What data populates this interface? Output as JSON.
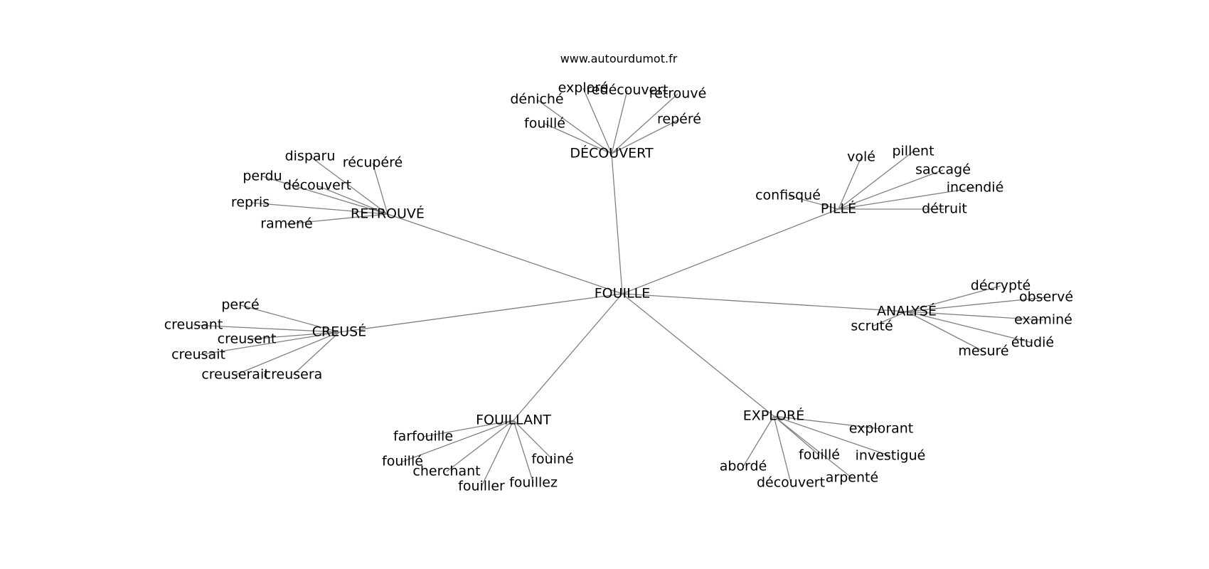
{
  "source": "www.autourdumot.fr",
  "graph": {
    "center": "FOUILLE",
    "groups": [
      {
        "hub": "DÉCOUVERT",
        "leaves": [
          "exploré",
          "redécouvert",
          "déniché",
          "retrouvé",
          "fouillé",
          "repéré"
        ]
      },
      {
        "hub": "RETROUVÉ",
        "leaves": [
          "disparu",
          "récupéré",
          "perdu",
          "découvert",
          "repris",
          "ramené"
        ]
      },
      {
        "hub": "PILLÉ",
        "leaves": [
          "volé",
          "pillent",
          "saccagé",
          "incendié",
          "confisqué",
          "détruit"
        ]
      },
      {
        "hub": "ANALYSÉ",
        "leaves": [
          "décrypté",
          "observé",
          "examiné",
          "scruté",
          "étudié",
          "mesuré"
        ]
      },
      {
        "hub": "CREUSÉ",
        "leaves": [
          "percé",
          "creusant",
          "creusent",
          "creusait",
          "creuserait",
          "creusera"
        ]
      },
      {
        "hub": "FOUILLANT",
        "leaves": [
          "farfouille",
          "fouillé",
          "cherchant",
          "fouiller",
          "fouillez",
          "fouiné"
        ]
      },
      {
        "hub": "EXPLORÉ",
        "leaves": [
          "explorant",
          "investigué",
          "fouillé",
          "arpenté",
          "abordé",
          "découvert"
        ]
      }
    ]
  }
}
